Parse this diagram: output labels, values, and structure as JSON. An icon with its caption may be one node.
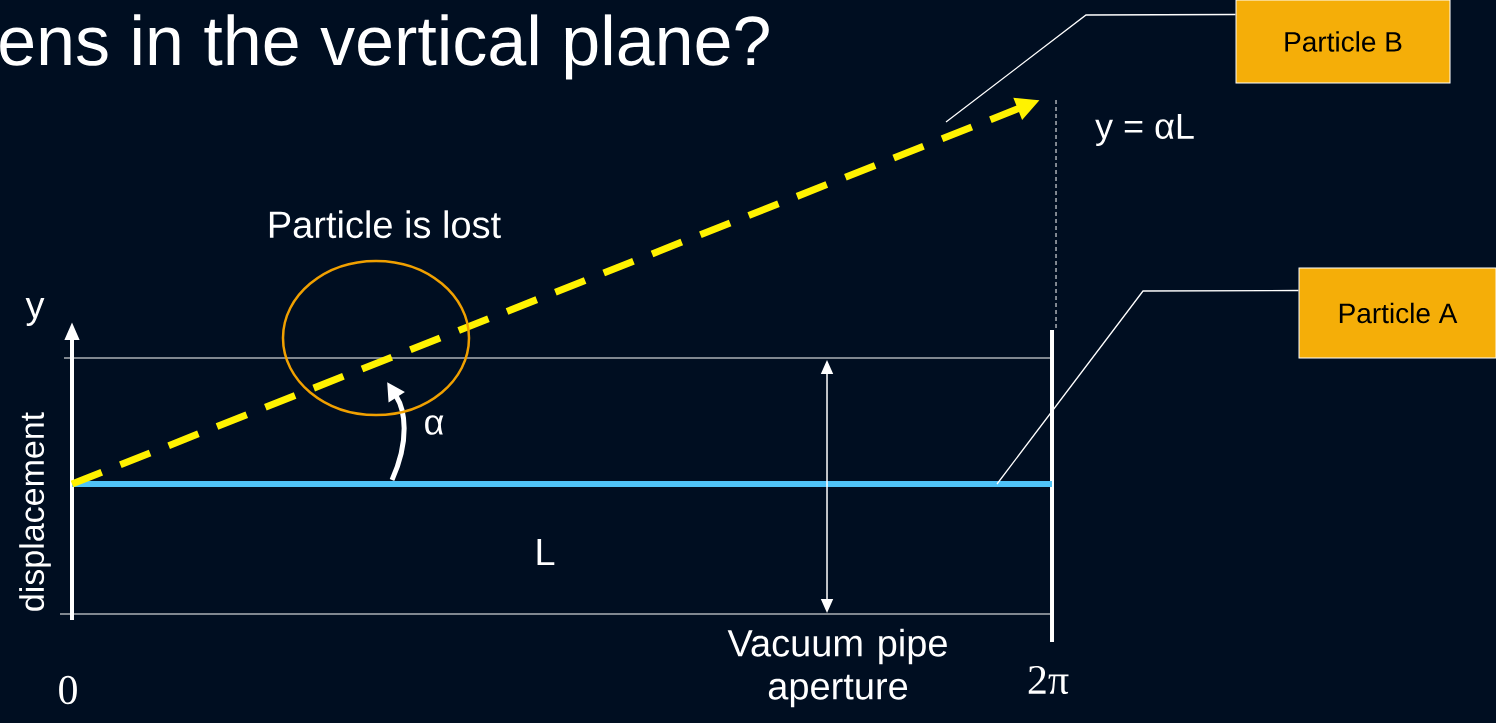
{
  "diagram": {
    "title": "ens in the vertical plane?",
    "nodes": [
      {
        "text": [
          "Particle B"
        ]
      },
      {
        "text": [
          "Particle A"
        ]
      },
      {
        "text": [
          "Particle is lost"
        ]
      }
    ],
    "edges": [
      {
        "from": 0,
        "to": null,
        "arrow": "none"
      },
      {
        "from": 1,
        "to": null,
        "arrow": "none"
      }
    ],
    "labels": [
      "y = αL",
      "y",
      "α",
      "displacement",
      "L",
      "0",
      "Vacuum pipe aperture",
      "2π"
    ]
  }
}
